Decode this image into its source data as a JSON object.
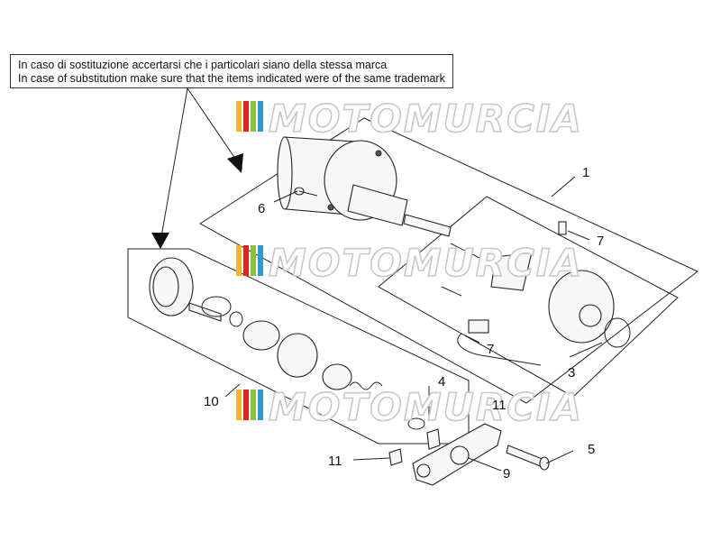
{
  "note": {
    "line_it": "In caso di sostituzione accertarsi che i particolari siano della stessa marca",
    "line_en": "In case of substitution make sure that the items indicated were of the same trademark"
  },
  "watermark": {
    "text": "MOTOMURCIA",
    "colors": [
      "#f2b632",
      "#e3241b",
      "#8fbf3f",
      "#2e9ad0"
    ]
  },
  "callouts": {
    "c1": "1",
    "c3": "3",
    "c4": "4",
    "c5": "5",
    "c6": "6",
    "c7a": "7",
    "c7b": "7",
    "c9": "9",
    "c10": "10",
    "c11a": "11",
    "c11b": "11"
  }
}
